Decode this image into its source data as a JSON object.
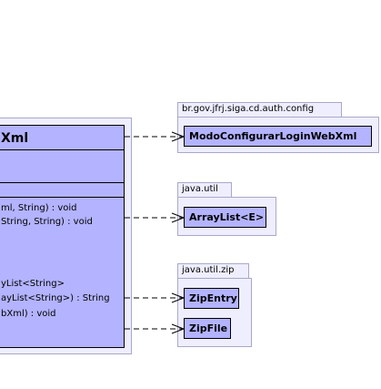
{
  "main_class": {
    "name": "Xml",
    "methods": [
      "ml, String) : void",
      "String, String) : void",
      "yList<String>",
      "ayList<String>) : String",
      "bXml) : void"
    ]
  },
  "packages": [
    {
      "name": "br.gov.jfrj.siga.cd.auth.config",
      "classes": [
        "ModoConfigurarLoginWebXml"
      ]
    },
    {
      "name": "java.util",
      "classes": [
        "ArrayList<E>"
      ]
    },
    {
      "name": "java.util.zip",
      "classes": [
        "ZipEntry",
        "ZipFile"
      ]
    }
  ],
  "colors": {
    "class_fill": "#b3b3ff",
    "package_fill": "#eeeeff",
    "package_border": "#a9a9c8"
  }
}
